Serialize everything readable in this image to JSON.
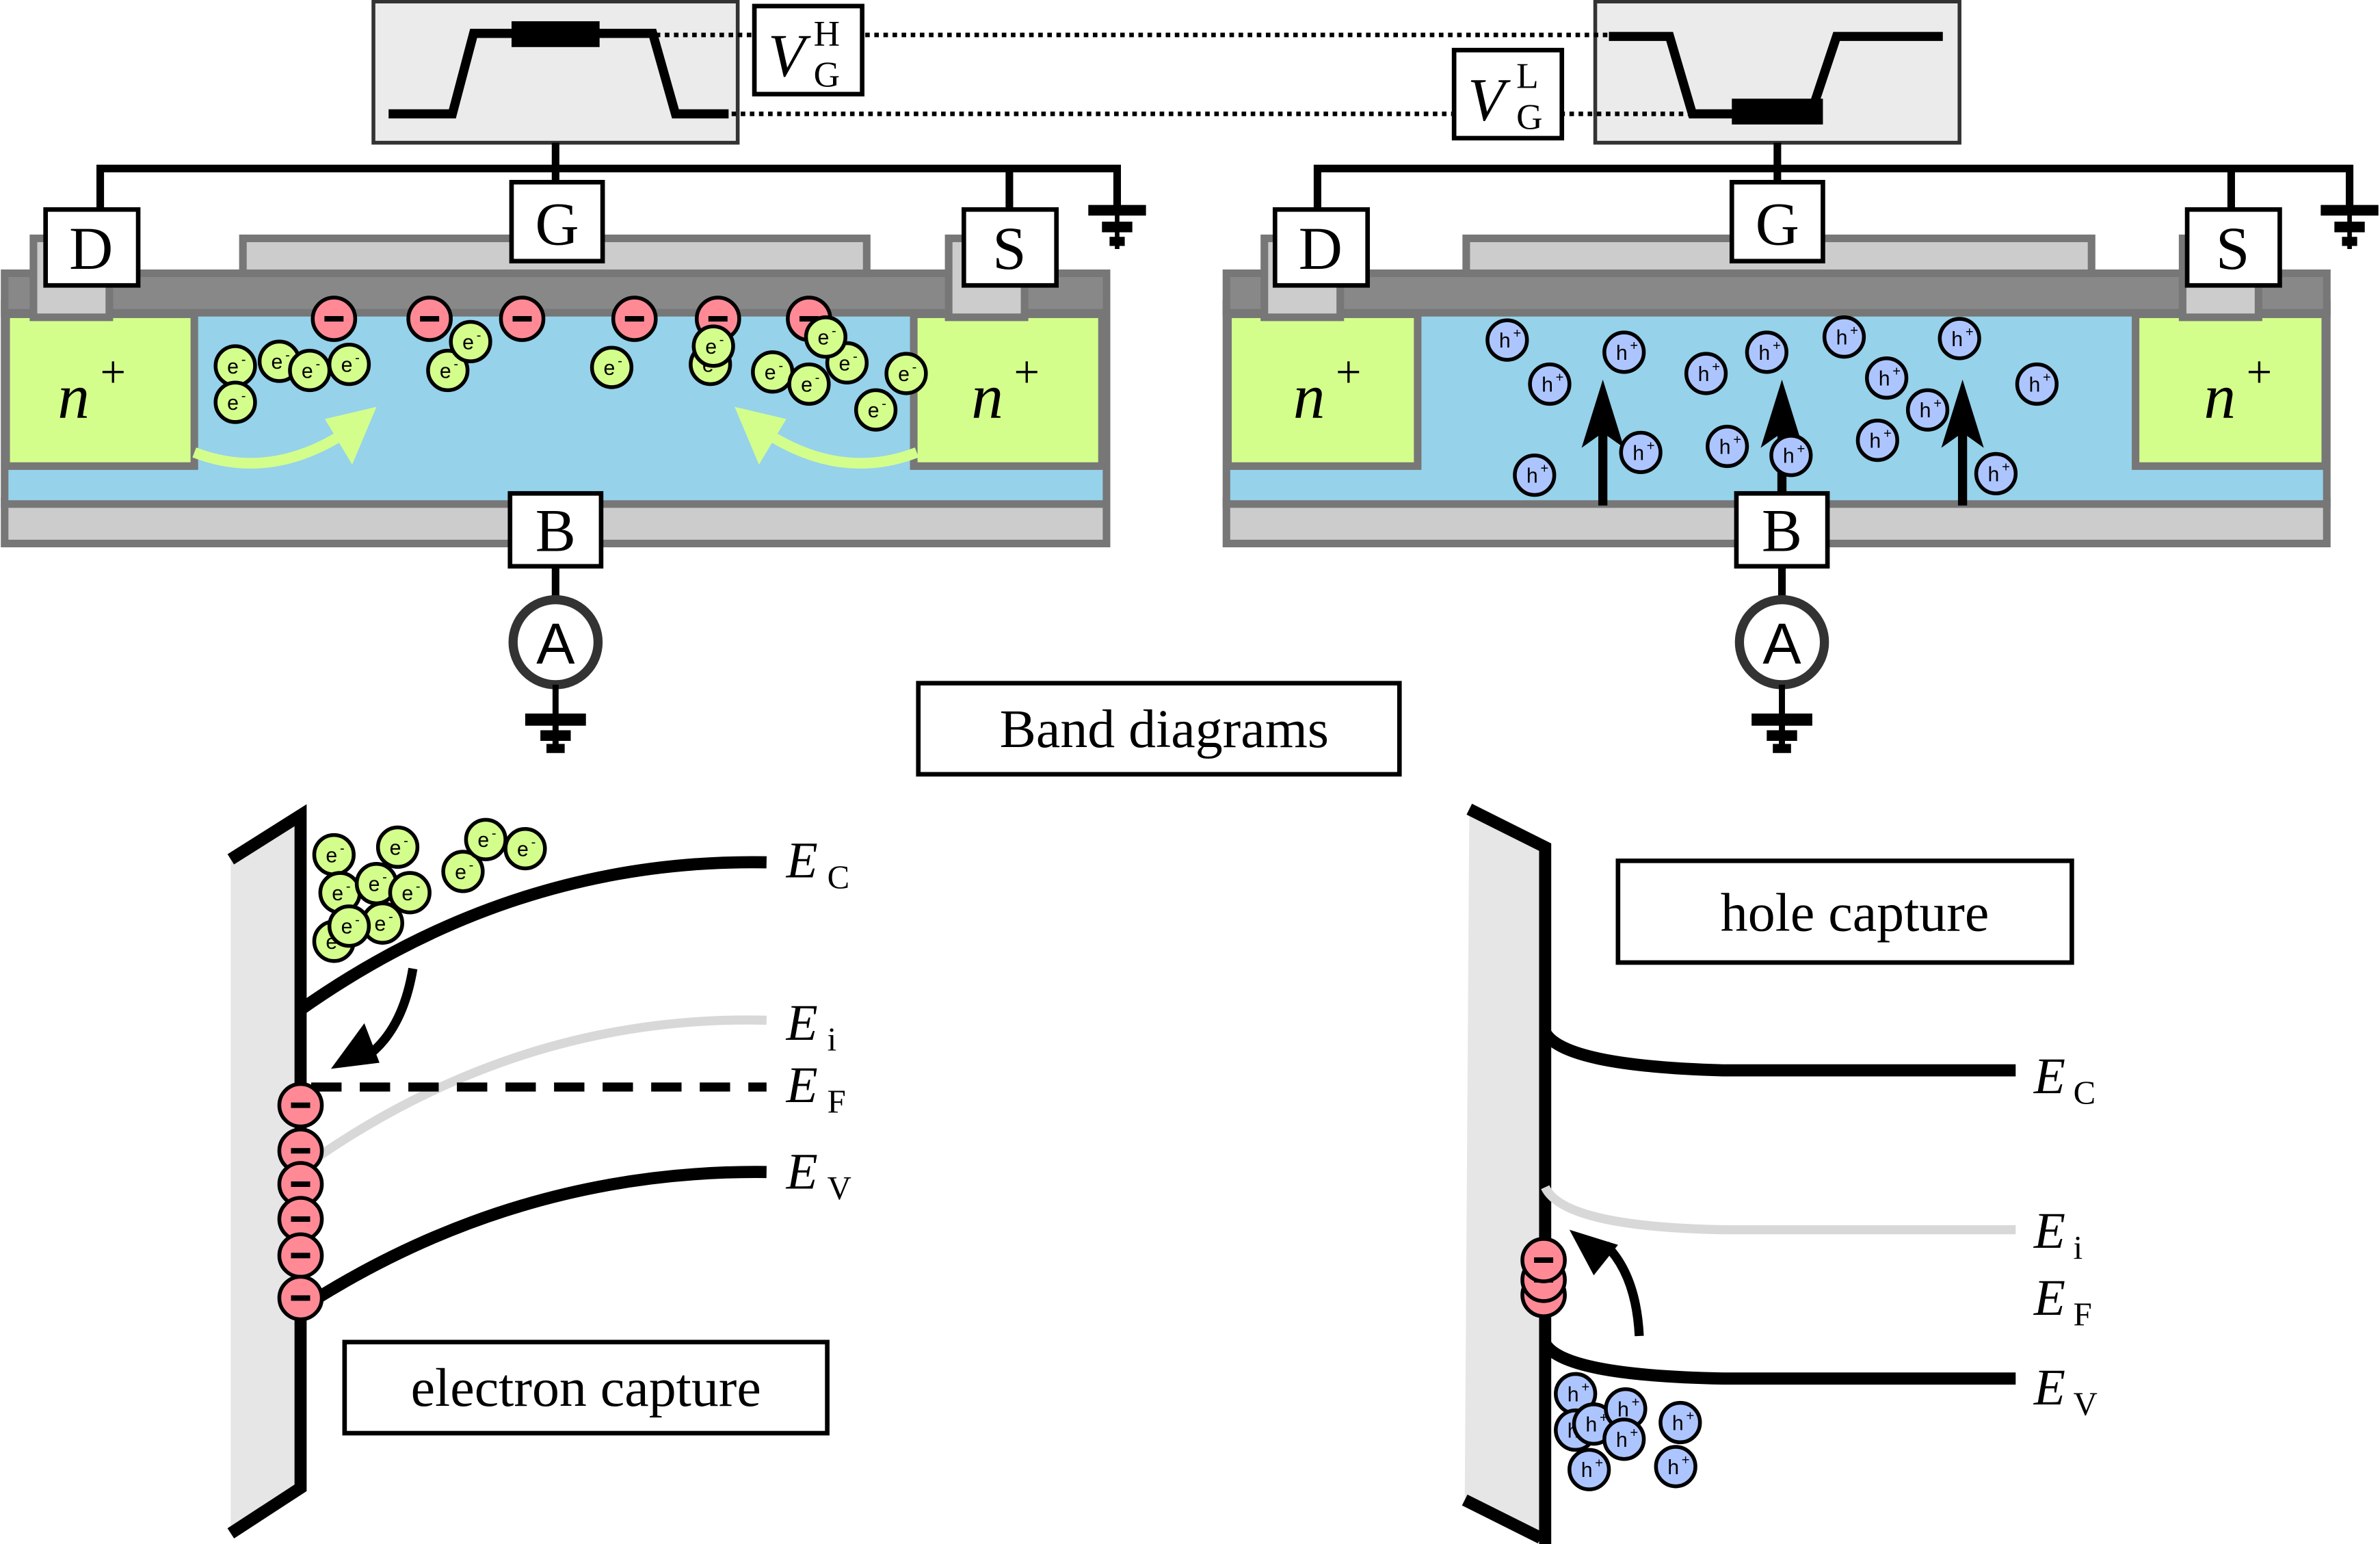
{
  "title": "Charge pumping / carrier capture in MOSFET with gate pulse",
  "colors": {
    "substrate": "#96d2ea",
    "n_plus": "#d4fe8c",
    "oxide": "#888888",
    "electrode": "#cccccc",
    "pulse_box": "#ebebeb",
    "electron": "#d4fe8c",
    "trapped_charge": "#ff8a96",
    "hole": "#adc5ff",
    "stroke": "#000000",
    "band_ei": "#d8d8d8",
    "insulator_fill": "#e6e6e6",
    "electron_arrow": "#d4fe8c"
  },
  "pulse_labels": {
    "high": {
      "base": "V",
      "sub": "G",
      "sup": "H"
    },
    "low": {
      "base": "V",
      "sub": "G",
      "sup": "L"
    }
  },
  "devices": [
    {
      "id": "left",
      "state": "high",
      "terminals": {
        "drain": "D",
        "gate": "G",
        "source": "S",
        "body": "B"
      },
      "doping_labels": [
        "n",
        "n"
      ],
      "doping_sup": "+",
      "ammeter": "A",
      "trapped_charge_symbol": "−",
      "trapped_charge_count": 6,
      "carrier_symbol": "e",
      "carrier_sup": "-",
      "carrier_count": 16
    },
    {
      "id": "right",
      "state": "low",
      "terminals": {
        "drain": "D",
        "gate": "G",
        "source": "S",
        "body": "B"
      },
      "doping_labels": [
        "n",
        "n"
      ],
      "doping_sup": "+",
      "ammeter": "A",
      "carrier_symbol": "h",
      "carrier_sup": "+",
      "carrier_count": 16,
      "upward_arrows": 3
    }
  ],
  "section_title": "Band diagrams",
  "band_diagrams": [
    {
      "id": "electron-capture",
      "caption": "electron capture",
      "levels": [
        {
          "base": "E",
          "sub": "C"
        },
        {
          "base": "E",
          "sub": "i"
        },
        {
          "base": "E",
          "sub": "F"
        },
        {
          "base": "E",
          "sub": "V"
        }
      ],
      "carrier_symbol": "e",
      "carrier_sup": "-",
      "carrier_count": 11,
      "trapped_charge_symbol": "−",
      "trapped_charge_count": 6
    },
    {
      "id": "hole-capture",
      "caption": "hole capture",
      "levels": [
        {
          "base": "E",
          "sub": "C"
        },
        {
          "base": "E",
          "sub": "i"
        },
        {
          "base": "E",
          "sub": "F"
        },
        {
          "base": "E",
          "sub": "V"
        }
      ],
      "carrier_symbol": "h",
      "carrier_sup": "+",
      "carrier_count": 8,
      "trapped_charge_symbol": "−",
      "trapped_charge_count": 3
    }
  ]
}
